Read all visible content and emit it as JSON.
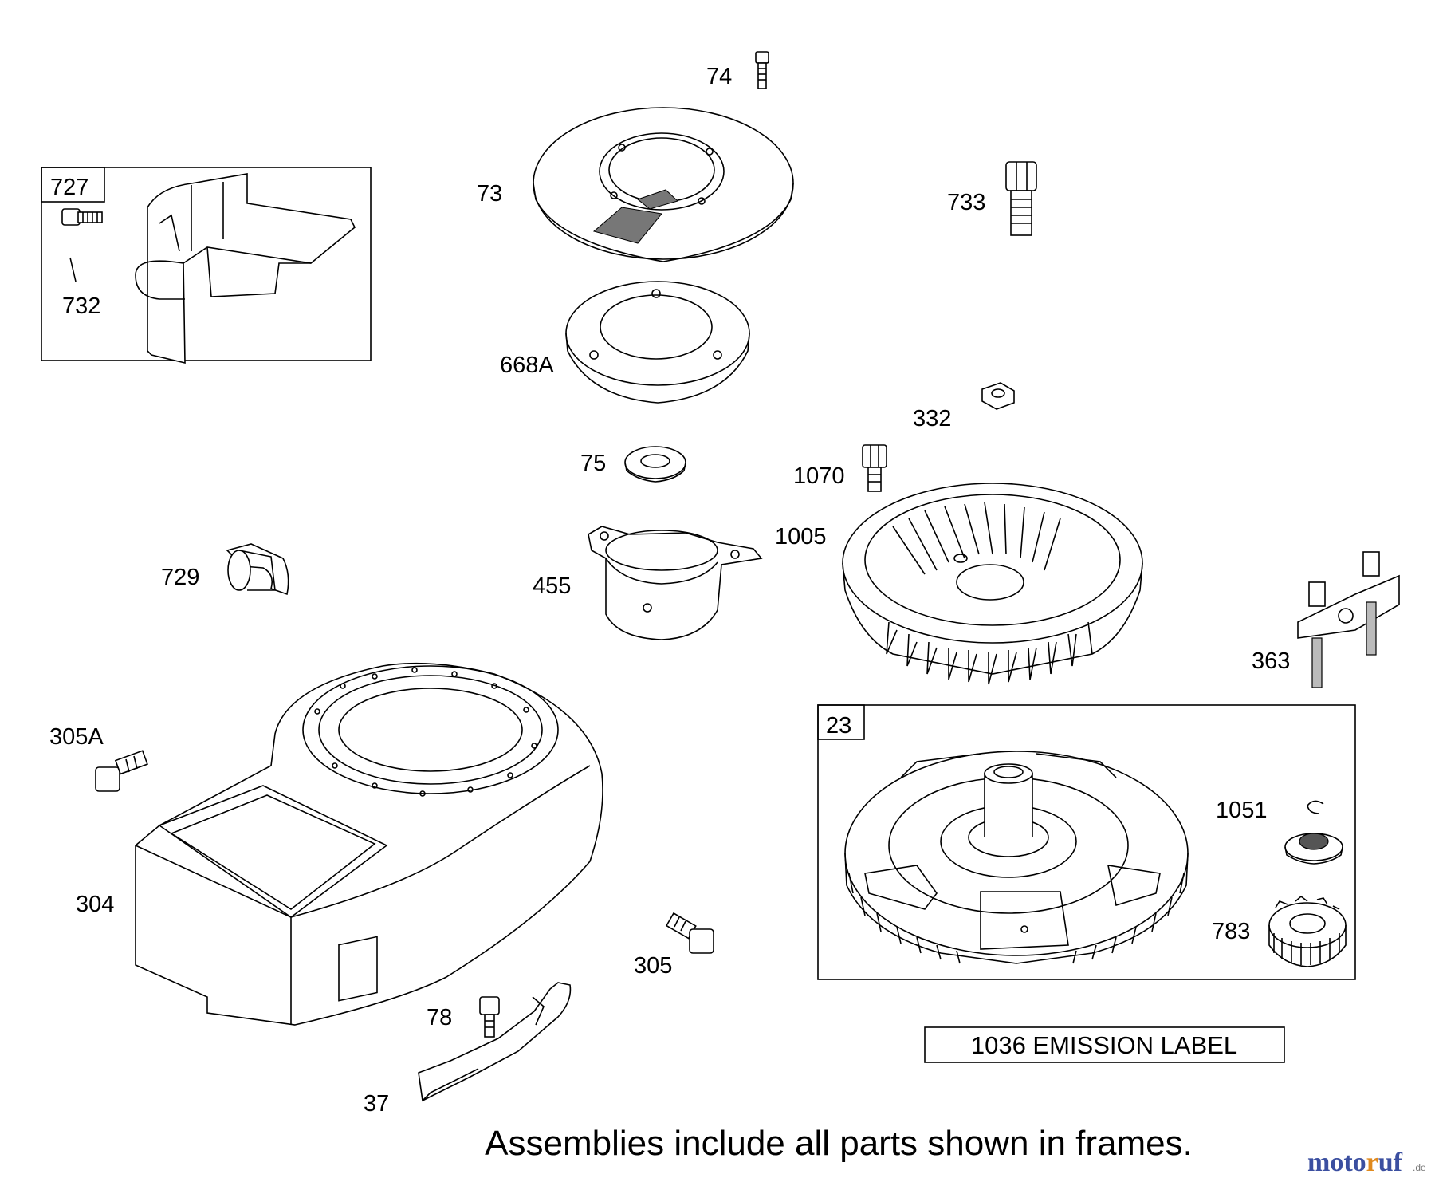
{
  "parts": {
    "p727": "727",
    "p732": "732",
    "p74": "74",
    "p73": "73",
    "p733": "733",
    "p668a": "668A",
    "p332": "332",
    "p75": "75",
    "p1070": "1070",
    "p1005": "1005",
    "p729": "729",
    "p455": "455",
    "p363": "363",
    "p305a": "305A",
    "p23": "23",
    "p1051": "1051",
    "p304": "304",
    "p783": "783",
    "p305": "305",
    "p78": "78",
    "p37": "37"
  },
  "emission_label": "1036 EMISSION LABEL",
  "footnote": "Assemblies include all parts shown in frames.",
  "watermark": {
    "main": "motoruf",
    "suffix": ".de"
  },
  "colors": {
    "line": "#000000",
    "background": "#ffffff",
    "watermark_blue": "#3b4fa0",
    "watermark_orange": "#e08a1e"
  }
}
